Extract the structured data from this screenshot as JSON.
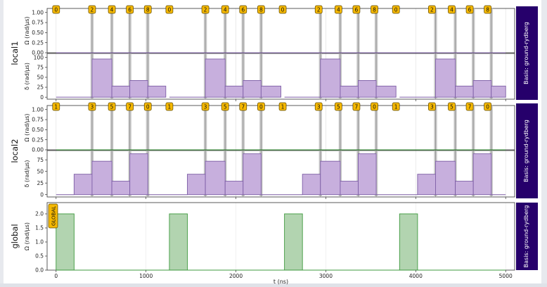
{
  "figure": {
    "xlabel": "t (ns)",
    "x_ticks": [
      0,
      1000,
      2000,
      3000,
      4000,
      5000
    ],
    "xlim": [
      -100,
      5100
    ],
    "colors": {
      "amplitude_fill": "#c7afdd",
      "amplitude_edge": "#7d5ea6",
      "detuning_line": "#2e8b2e",
      "global_fill": "#b2d4b0",
      "global_edge": "#3f9a3f",
      "marker_fill": "#f5b800",
      "basis_bg": "#26006b",
      "basis_text": "#ffffff",
      "section_line": "#8c8c8c"
    },
    "panels": [
      {
        "label": "local1",
        "basis": "Basis: ground-rydberg",
        "omega_ylabel": "Ω (rad/µs)",
        "delta_ylabel": "δ (rad/µs)",
        "omega_ticks": [
          "0.00",
          "0.25",
          "0.50",
          "0.75",
          "1.00"
        ],
        "delta_ticks": [
          "0",
          "25",
          "50",
          "75",
          "100"
        ],
        "markers": [
          "0",
          "2",
          "4",
          "6",
          "8",
          "0",
          "2",
          "4",
          "6",
          "8",
          "0",
          "2",
          "4",
          "6",
          "8",
          "0",
          "2",
          "4",
          "6",
          "8"
        ]
      },
      {
        "label": "local2",
        "basis": "Basis: ground-rydberg",
        "omega_ylabel": "Ω (rad/µs)",
        "delta_ylabel": "δ (rad/µs)",
        "omega_ticks": [
          "0.00",
          "0.25",
          "0.50",
          "0.75",
          "1.00"
        ],
        "delta_ticks": [
          "0",
          "25",
          "50",
          "75"
        ],
        "markers": [
          "1",
          "3",
          "5",
          "7",
          "0",
          "1",
          "3",
          "5",
          "7",
          "0",
          "1",
          "3",
          "5",
          "7",
          "0",
          "1",
          "3",
          "5",
          "7",
          "0"
        ]
      },
      {
        "label": "global",
        "basis": "Basis: ground-rydberg",
        "omega_ylabel": "Ω (rad/µs)",
        "omega_ticks": [
          "0.0",
          "0.5",
          "1.0",
          "1.5",
          "2.0"
        ],
        "marker": "GLOBAL"
      }
    ]
  },
  "chart_data": [
    {
      "type": "area",
      "channel": "local1",
      "xlabel": "t (ns)",
      "ylabel": "Ω (rad/µs)",
      "ylim": [
        0,
        1.1
      ],
      "xlim": [
        -100,
        5100
      ],
      "x": [
        0,
        5000
      ],
      "values": [
        0,
        0
      ],
      "section_starts": [
        400,
        620,
        820,
        1020,
        1660,
        1880,
        2080,
        2280,
        2940,
        3160,
        3360,
        3560,
        4220,
        4440,
        4640,
        4840
      ]
    },
    {
      "type": "bar",
      "channel": "local1",
      "xlabel": "t (ns)",
      "ylabel": "δ (rad/µs)",
      "ylim": [
        -5,
        110
      ],
      "xlim": [
        -100,
        5100
      ],
      "starts": [
        0,
        400,
        620,
        820,
        1020,
        1260,
        1660,
        1880,
        2080,
        2280,
        2540,
        2940,
        3160,
        3360,
        3560,
        3820,
        4220,
        4440,
        4640,
        4840
      ],
      "ends": [
        400,
        620,
        820,
        1020,
        1220,
        1660,
        1880,
        2080,
        2280,
        2500,
        2940,
        3160,
        3360,
        3560,
        3780,
        4220,
        4440,
        4640,
        4840,
        5000
      ],
      "values": [
        0,
        96,
        28,
        42,
        28,
        0,
        96,
        28,
        42,
        28,
        0,
        96,
        28,
        42,
        28,
        0,
        96,
        28,
        42,
        28
      ]
    },
    {
      "type": "area",
      "channel": "local2",
      "xlabel": "t (ns)",
      "ylabel": "Ω (rad/µs)",
      "ylim": [
        0,
        1.1
      ],
      "xlim": [
        -100,
        5100
      ],
      "x": [
        0,
        5000
      ],
      "values": [
        0,
        0
      ],
      "section_starts": [
        400,
        620,
        820,
        1020,
        1660,
        1880,
        2080,
        2280,
        2940,
        3160,
        3360,
        3560,
        4220,
        4440,
        4640,
        4840
      ]
    },
    {
      "type": "bar",
      "channel": "local2",
      "xlabel": "t (ns)",
      "ylabel": "δ (rad/µs)",
      "ylim": [
        -5,
        95
      ],
      "xlim": [
        -100,
        5100
      ],
      "starts": [
        0,
        200,
        400,
        620,
        820,
        1020,
        1460,
        1660,
        1880,
        2080,
        2280,
        2740,
        2940,
        3160,
        3360,
        3560,
        4020,
        4220,
        4440,
        4640,
        4840
      ],
      "ends": [
        200,
        400,
        620,
        820,
        1020,
        1460,
        1660,
        1880,
        2080,
        2280,
        2740,
        2940,
        3160,
        3360,
        3560,
        4020,
        4220,
        4440,
        4640,
        4840,
        5000
      ],
      "values": [
        0,
        44,
        72,
        29,
        88,
        0,
        44,
        72,
        29,
        88,
        0,
        44,
        72,
        29,
        88,
        0,
        44,
        72,
        29,
        88,
        0
      ]
    },
    {
      "type": "bar",
      "channel": "global",
      "xlabel": "t (ns)",
      "ylabel": "Ω (rad/µs)",
      "ylim": [
        0,
        2.4
      ],
      "xlim": [
        -100,
        5100
      ],
      "starts": [
        0,
        1260,
        2540,
        3820
      ],
      "ends": [
        200,
        1460,
        2740,
        4020
      ],
      "values": [
        2.0,
        2.0,
        2.0,
        2.0
      ]
    }
  ]
}
